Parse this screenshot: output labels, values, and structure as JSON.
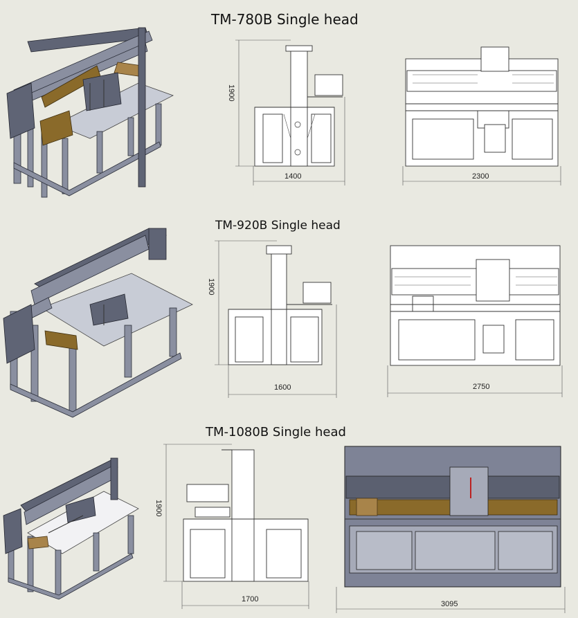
{
  "machines": [
    {
      "title": "TM-780B Single head",
      "height": "1900",
      "depth": "1400",
      "width": "2300"
    },
    {
      "title": "TM-920B Single head",
      "height": "1900",
      "depth": "1600",
      "width": "2750"
    },
    {
      "title": "TM-1080B Single head",
      "height": "1900",
      "depth": "1700",
      "width": "3095"
    }
  ],
  "colors": {
    "background": "#e9e9e1",
    "frame": "#8a8fa0",
    "wood": "#8a6a2a",
    "line": "#333333"
  }
}
